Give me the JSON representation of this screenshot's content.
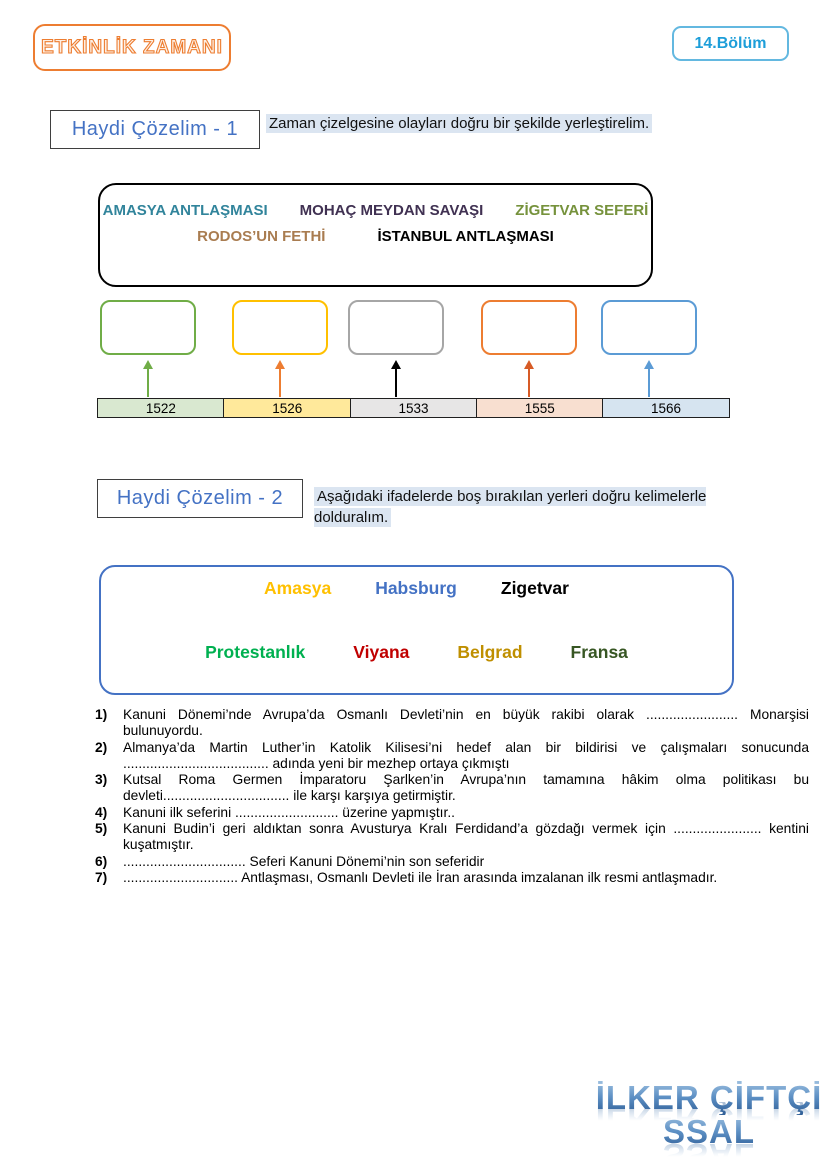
{
  "header": {
    "activity_badge": "ETKİNLİK ZAMANI",
    "chapter_badge": "14.Bölüm"
  },
  "section1": {
    "title": "Haydi Çözelim - 1",
    "instruction": "Zaman çizelgesine olayları doğru bir şekilde yerleştirelim.",
    "events": [
      {
        "label": "AMASYA ANTLAŞMASI",
        "color": "#31849B"
      },
      {
        "label": "MOHAÇ MEYDAN SAVAŞI",
        "color": "#403152"
      },
      {
        "label": "ZİGETVAR SEFERİ",
        "color": "#76923C"
      },
      {
        "label": "RODOS’UN FETHİ",
        "color": "#A97C50"
      },
      {
        "label": "İSTANBUL ANTLAŞMASI",
        "color": "#000000"
      }
    ],
    "timeline": [
      {
        "year": "1522",
        "box_border": "#70AD47",
        "arrow": "#70AD47",
        "cell_fill": "#D9E8D0"
      },
      {
        "year": "1526",
        "box_border": "#FFC000",
        "arrow": "#ED7D31",
        "cell_fill": "#FFE99B"
      },
      {
        "year": "1533",
        "box_border": "#A6A6A6",
        "arrow": "#000000",
        "cell_fill": "#E7E6E6"
      },
      {
        "year": "1555",
        "box_border": "#ED7D31",
        "arrow": "#D75B26",
        "cell_fill": "#F8DFD0"
      },
      {
        "year": "1566",
        "box_border": "#5B9BD5",
        "arrow": "#5B9BD5",
        "cell_fill": "#D6E4F0"
      }
    ]
  },
  "section2": {
    "title": "Haydi Çözelim - 2",
    "instruction": "Aşağıdaki ifadelerde boş bırakılan yerleri doğru kelimelerle dolduralım.",
    "words_row1": [
      {
        "label": "Amasya",
        "color": "#FFC000"
      },
      {
        "label": "Habsburg",
        "color": "#4472C4"
      },
      {
        "label": "Zigetvar",
        "color": "#000000"
      }
    ],
    "words_row2": [
      {
        "label": "Protestanlık",
        "color": "#00B050"
      },
      {
        "label": "Viyana",
        "color": "#C00000"
      },
      {
        "label": "Belgrad",
        "color": "#BF8F00"
      },
      {
        "label": "Fransa",
        "color": "#375623"
      }
    ],
    "questions": [
      {
        "num": "1)",
        "text": "Kanuni Dönemi’nde Avrupa’da Osmanlı Devleti’nin en büyük rakibi olarak ........................ Monarşisi bulunuyordu."
      },
      {
        "num": "2)",
        "text": "Almanya’da Martin Luther’in Katolik Kilisesi’ni hedef alan bir bildirisi ve çalışmaları sonucunda ...................................... adında yeni bir mezhep ortaya çıkmıştı"
      },
      {
        "num": "3)",
        "text": "Kutsal Roma Germen İmparatoru Şarlken’in Avrupa’nın tamamına hâkim olma politikası bu devleti................................. ile karşı karşıya getirmiştir."
      },
      {
        "num": "4)",
        "text": "Kanuni ilk seferini ........................... üzerine yapmıştır.."
      },
      {
        "num": "5)",
        "text": "Kanuni Budin’i geri aldıktan sonra Avusturya Kralı Ferdidand’a gözdağı vermek için ....................... kentini kuşatmıştır."
      },
      {
        "num": "6)",
        "text": "................................ Seferi Kanuni Dönemi’nin son seferidir"
      },
      {
        "num": "7)",
        "text": ".............................. Antlaşması, Osmanlı Devleti ile İran arasında imzalanan ilk resmi antlaşmadır."
      }
    ]
  },
  "footer": {
    "watermark_line1": "İLKER ÇİFTÇİ",
    "watermark_line2": "SSAL"
  }
}
